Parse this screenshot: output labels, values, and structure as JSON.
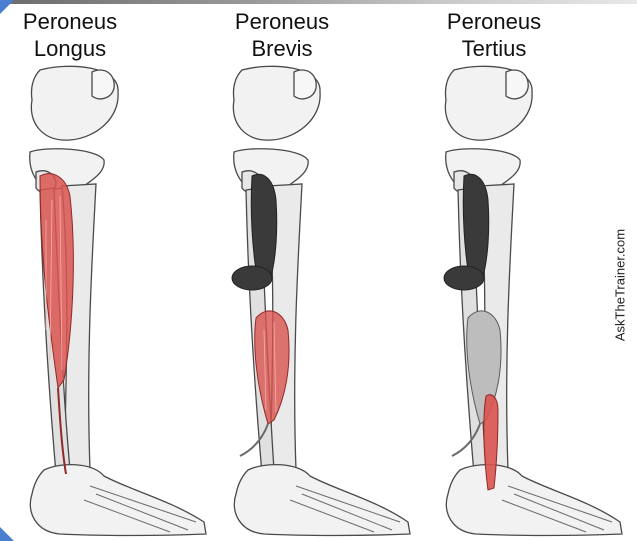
{
  "panels": [
    {
      "line1": "Peroneus",
      "line2": "Longus",
      "highlight": "longus"
    },
    {
      "line1": "Peroneus",
      "line2": "Brevis",
      "highlight": "brevis"
    },
    {
      "line1": "Peroneus",
      "line2": "Tertius",
      "highlight": "tertius"
    }
  ],
  "watermark": "AskTheTrainer.com",
  "colors": {
    "muscle_highlight": "#d9534f",
    "bone_fill": "#f2f2f2",
    "outline": "#4a4a4a",
    "dark_muscle": "#3a3a3a"
  }
}
